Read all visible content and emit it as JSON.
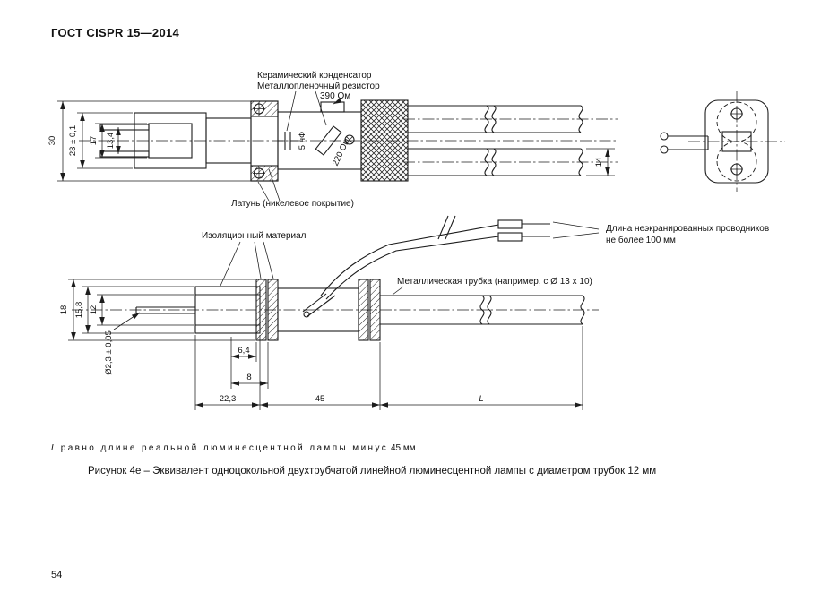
{
  "page": {
    "header": "ГОСТ CISPR 15—2014",
    "page_number": "54",
    "note_lead": "L",
    "note_spaced": "равно длине реальной люминесцентной лампы минус",
    "note_tail": "45 мм",
    "caption": "Рисунок 4e – Эквивалент одноцокольной двухтрубчатой линейной люминесцентной лампы с диаметром трубок 12 мм"
  },
  "top_view": {
    "label_capacitor": "Керамический конденсатор",
    "label_resistor": "Металлопленочный резистор",
    "value_r390": "390 Ом",
    "value_c5": "5 нФ",
    "value_r220": "220 Ом",
    "label_brass": "Латунь (никелевое покрытие)",
    "dim_30": "30",
    "dim_23": "23 ± 0,1",
    "dim_17": "17",
    "dim_13_4": "13,4",
    "dim_14": "14"
  },
  "bottom_view": {
    "label_insulation": "Изоляционный материал",
    "label_tube": "Металлическая трубка (например, с Ø 13 x 10)",
    "label_wires_1": "Длина неэкранированных проводников",
    "label_wires_2": "не более 100 мм",
    "dim_18": "18",
    "dim_15_8": "15,8",
    "dim_12": "12",
    "dim_2_3": "Ø2,3 ± 0,05",
    "dim_6_4": "6,4",
    "dim_8": "8",
    "dim_22_3": "22,3",
    "dim_45": "45",
    "dim_L": "L"
  }
}
